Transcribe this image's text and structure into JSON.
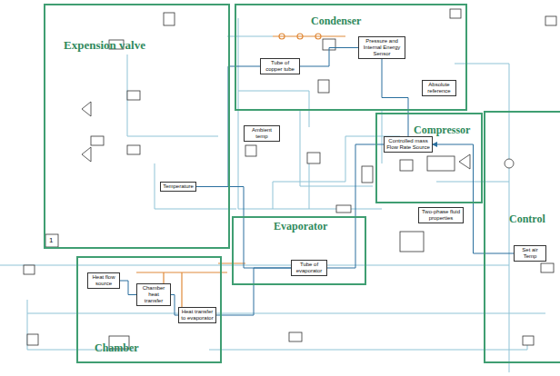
{
  "diagram": {
    "nodes": [
      {
        "text": [
          "Expension valve"
        ]
      },
      {
        "text": [
          "Condenser"
        ]
      },
      {
        "text": [
          "Compressor"
        ]
      },
      {
        "text": [
          "Evaporator"
        ]
      },
      {
        "text": [
          "Chamber"
        ]
      },
      {
        "text": [
          "Control"
        ]
      },
      {
        "text": [
          "Tube of copper tube"
        ],
        "in": 1
      },
      {
        "text": [
          "Pressure and Internal Energy Sensor"
        ],
        "in": 1
      },
      {
        "text": [
          "Absolute reference"
        ],
        "in": 1
      },
      {
        "text": [
          "Controlled mass Flow Rate Source"
        ],
        "in": 2
      },
      {
        "text": [
          "Tube of evaporator"
        ],
        "in": 3
      },
      {
        "text": [
          "Temperature"
        ],
        "in": 0
      },
      {
        "text": [
          "Ambient temp"
        ]
      },
      {
        "text": [
          "Two-phase fluid properties"
        ]
      },
      {
        "text": [
          "Heat flow source"
        ],
        "in": 4
      },
      {
        "text": [
          "Chamber heat transfer"
        ],
        "in": 4
      },
      {
        "text": [
          "Heat transfer to evaporator"
        ],
        "in": 4
      },
      {
        "text": [
          "Set air Temp"
        ],
        "in": 5
      }
    ],
    "edges": [
      {
        "from": 6,
        "to": 7,
        "arrow": "none"
      },
      {
        "from": 9,
        "to": 7,
        "arrow": "none"
      },
      {
        "from": 6,
        "to": 11,
        "arrow": "none"
      },
      {
        "from": 11,
        "to": 10,
        "arrow": "none"
      },
      {
        "from": 10,
        "to": 9,
        "arrow": "none"
      },
      {
        "from": 14,
        "to": 15,
        "arrow": "none"
      },
      {
        "from": 15,
        "to": 16,
        "arrow": "none"
      },
      {
        "from": 16,
        "to": 10,
        "arrow": "none"
      },
      {
        "from": 17,
        "to": 9,
        "arrow": "to"
      }
    ],
    "labels": [
      "1"
    ]
  }
}
